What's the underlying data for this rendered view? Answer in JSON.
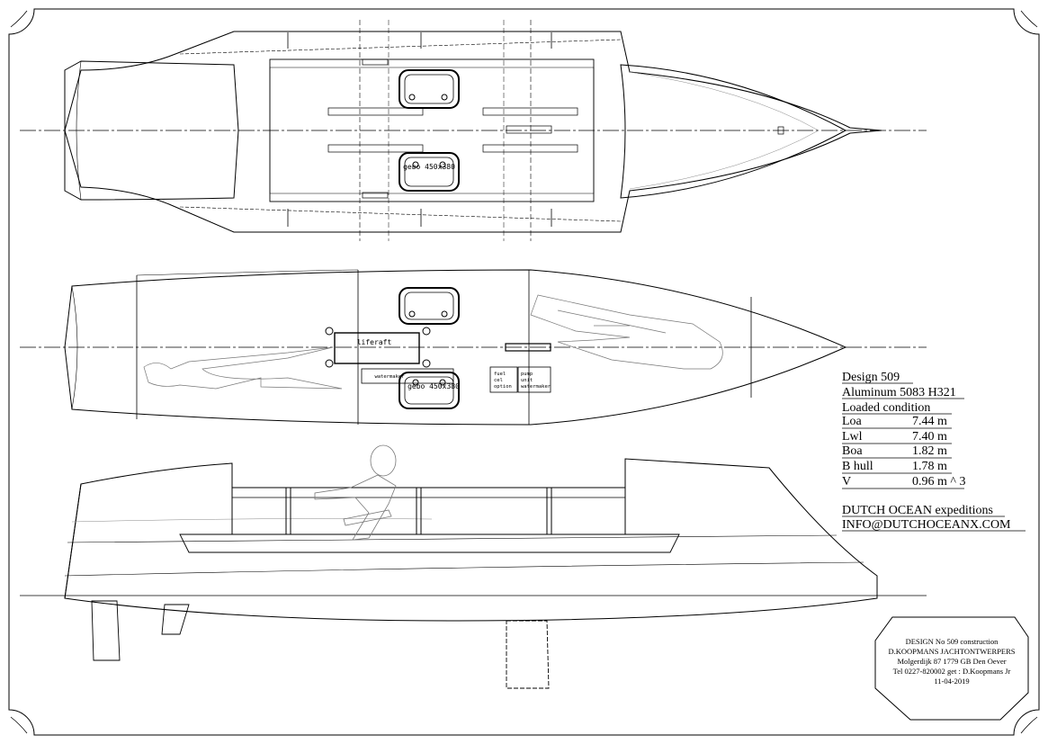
{
  "labels": {
    "liferaft": "liferaft",
    "gebo_top": "gebo 450x380",
    "gebo_mid": "gebo 450x380",
    "watermaker": "watermaker",
    "fuel_cel_lines": [
      "fuel",
      "cel",
      "option"
    ],
    "pump_lines": [
      "pump",
      "unit",
      "watermaker"
    ]
  },
  "specs": {
    "design": "Design 509",
    "material": "Aluminum 5083 H321",
    "condition": "Loaded condition",
    "rows": [
      {
        "name": "Loa",
        "value": "7.44 m"
      },
      {
        "name": "Lwl",
        "value": "7.40 m"
      },
      {
        "name": "Boa",
        "value": "1.82 m"
      },
      {
        "name": "B hull",
        "value": "1.78 m"
      },
      {
        "name": "V",
        "value": "0.96 m ^ 3"
      }
    ],
    "company": "DUTCH OCEAN expeditions",
    "email": "INFO@DUTCHOCEANX.COM"
  },
  "title_block": {
    "line1": "DESIGN No 509  construction",
    "line2": "D.KOOPMANS  JACHTONTWERPERS",
    "line3": "Molgerdijk 87 1779 GB Den Oever",
    "line4": "Tel 0227-820002 get : D.Koopmans Jr",
    "line5": "11-04-2019"
  }
}
